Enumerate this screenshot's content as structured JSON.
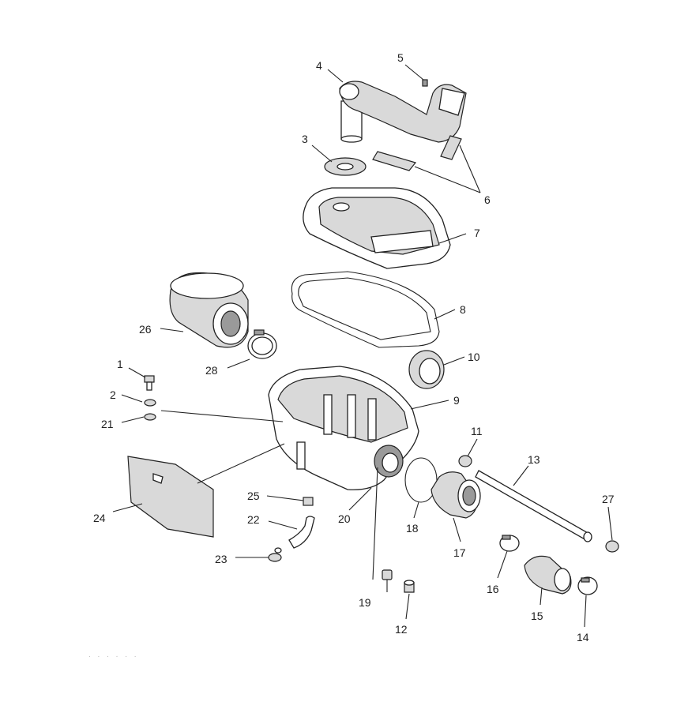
{
  "callouts": [
    "1",
    "2",
    "3",
    "4",
    "5",
    "6",
    "7",
    "8",
    "9",
    "10",
    "11",
    "12",
    "13",
    "14",
    "15",
    "16",
    "17",
    "18",
    "19",
    "20",
    "21",
    "22",
    "23",
    "24",
    "25",
    "26",
    "27",
    "28"
  ],
  "footer_mark": ". . . . . ."
}
